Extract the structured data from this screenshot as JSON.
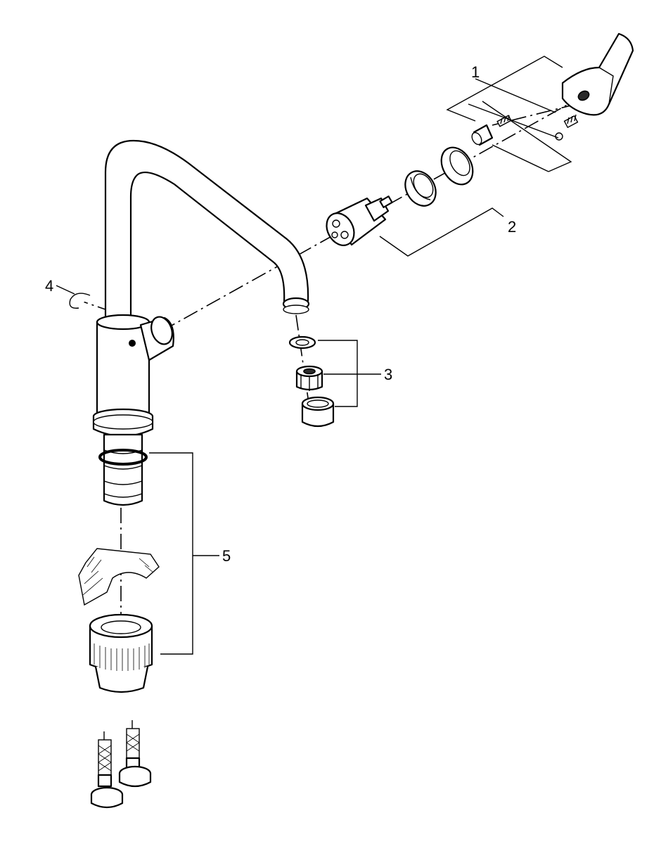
{
  "callouts": [
    {
      "id": "1",
      "label": "1"
    },
    {
      "id": "2",
      "label": "2"
    },
    {
      "id": "3",
      "label": "3"
    },
    {
      "id": "4",
      "label": "4"
    },
    {
      "id": "5",
      "label": "5"
    }
  ],
  "colors": {
    "line": "#000000",
    "background": "#ffffff",
    "part_fill": "#ffffff",
    "shade": "#2a2a2a"
  }
}
